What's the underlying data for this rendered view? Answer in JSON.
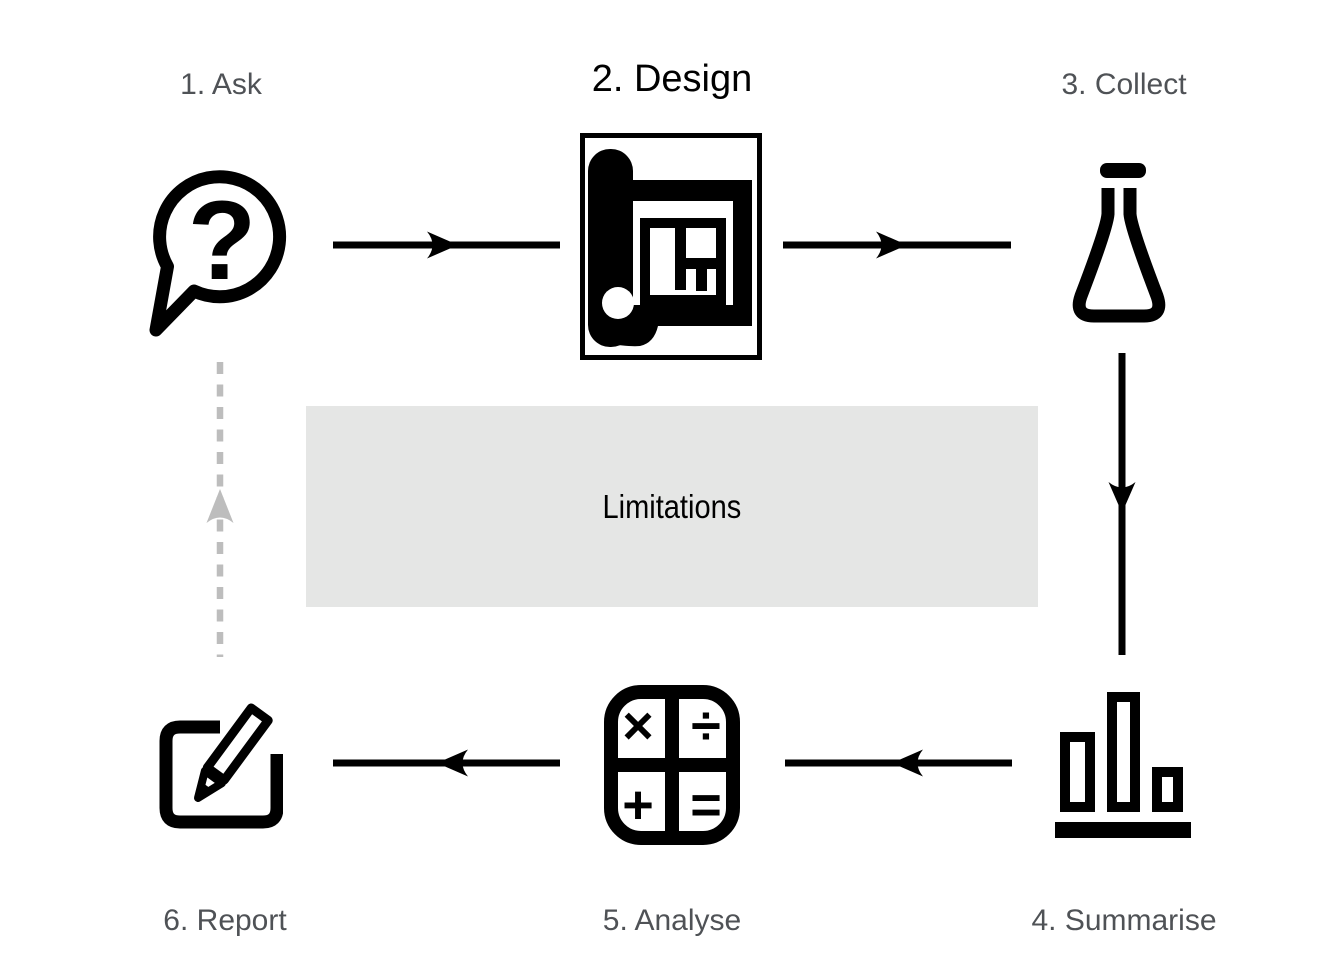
{
  "diagram": {
    "type": "cycle-flowchart",
    "steps": [
      {
        "id": "ask",
        "label": "1. Ask",
        "icon": "speech-bubble-question-icon",
        "position": "top-left"
      },
      {
        "id": "design",
        "label": "2. Design",
        "icon": "blueprint-icon",
        "position": "top-center"
      },
      {
        "id": "collect",
        "label": "3. Collect",
        "icon": "flask-icon",
        "position": "top-right"
      },
      {
        "id": "summarise",
        "label": "4. Summarise",
        "icon": "bar-chart-icon",
        "position": "bottom-right"
      },
      {
        "id": "analyse",
        "label": "5. Analyse",
        "icon": "calculator-icon",
        "position": "bottom-center"
      },
      {
        "id": "report",
        "label": "6. Report",
        "icon": "edit-pencil-icon",
        "position": "bottom-left"
      }
    ],
    "center_box": {
      "label": "Limitations",
      "background_color": "#e5e6e5",
      "text_color": "#000000"
    },
    "arrows": [
      {
        "from": "ask",
        "to": "design",
        "style": "solid",
        "direction": "right"
      },
      {
        "from": "design",
        "to": "collect",
        "style": "solid",
        "direction": "right"
      },
      {
        "from": "collect",
        "to": "summarise",
        "style": "solid",
        "direction": "down"
      },
      {
        "from": "summarise",
        "to": "analyse",
        "style": "solid",
        "direction": "left"
      },
      {
        "from": "analyse",
        "to": "report",
        "style": "solid",
        "direction": "left"
      },
      {
        "from": "report",
        "to": "ask",
        "style": "dashed",
        "direction": "up"
      }
    ],
    "question_mark": "?",
    "calculator_symbols": [
      "×",
      "÷",
      "+",
      "="
    ],
    "colors": {
      "icon": "#000000",
      "solid_arrow": "#000000",
      "dashed_arrow": "#bdbdbd",
      "label_gray": "#4f5256",
      "design_label": "#000000",
      "background": "#ffffff"
    }
  }
}
